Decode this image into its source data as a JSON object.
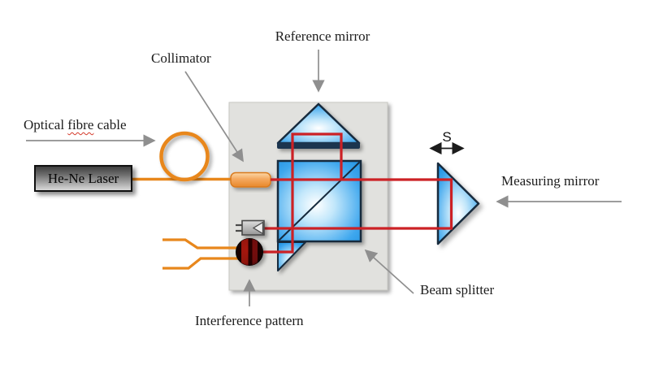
{
  "labels": {
    "reference_mirror": "Reference mirror",
    "collimator": "Collimator",
    "optical_fibre_cable": {
      "pre": "Optical ",
      "misspelled": "fibre",
      "post": " cable"
    },
    "laser": "He-Ne Laser",
    "displacement": "S",
    "measuring_mirror": "Measuring mirror",
    "beam_splitter": "Beam splitter",
    "interference_pattern": "Interference pattern"
  },
  "colors": {
    "beam_red": "#cc2125",
    "fibre_orange": "#e8871c",
    "glass_blue": "#2d9fe8",
    "glass_edge": "#16293c",
    "panel_gray": "#e1e1de",
    "pointer_arrow_gray": "#8f8f8f",
    "laser_box_gray": "#6e6e6e",
    "interference_dark_red": "#8e120e"
  },
  "icons": {
    "pointer_arrows": [
      "optical-fibre-pointer-arrow",
      "collimator-pointer-arrow",
      "reference-mirror-pointer-arrow",
      "measuring-mirror-pointer-arrow",
      "beam-splitter-pointer-arrow",
      "interference-pattern-pointer-arrow"
    ],
    "displacement_arrow": "s-double-arrow-icon"
  }
}
